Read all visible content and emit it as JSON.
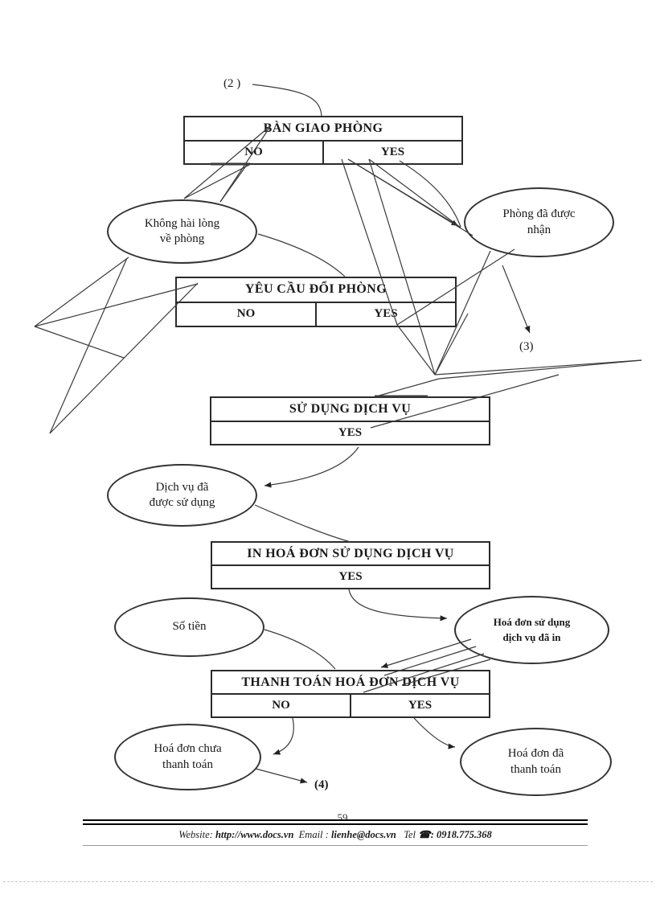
{
  "page": {
    "number": "59"
  },
  "annotations": {
    "ref2": "(2 )",
    "ref3": "(3)",
    "ref4": "(4)"
  },
  "boxes": [
    {
      "title": "BÀN GIAO PHÒNG",
      "no": "NO",
      "yes": "YES"
    },
    {
      "title": "YÊU CẦU ĐỔI PHÒNG",
      "no": "NO",
      "yes": "YES"
    },
    {
      "title": "SỬ DỤNG DỊCH VỤ",
      "yes": "YES"
    },
    {
      "title": "IN HOÁ ĐƠN SỬ DỤNG DỊCH VỤ",
      "yes": "YES"
    },
    {
      "title": "THANH TOÁN HOÁ ĐƠN DỊCH VỤ",
      "no": "NO",
      "yes": "YES"
    }
  ],
  "ellipses": [
    {
      "line1": "Không hài lòng",
      "line2": "về phòng"
    },
    {
      "line1": "Phòng đã được",
      "line2": "nhận"
    },
    {
      "line1": "Dịch vụ đã",
      "line2": "được sử dụng"
    },
    {
      "line1": "Số tiền",
      "line2": ""
    },
    {
      "line1": "Hoá đơn sử dụng",
      "line2": "dịch vụ đã in"
    },
    {
      "line1": "Hoá đơn chưa",
      "line2": "thanh toán"
    },
    {
      "line1": "Hoá đơn đã",
      "line2": "thanh toán"
    }
  ],
  "footer": {
    "website_label": "Website:",
    "website_url": "http://www.docs.vn",
    "email_label": "Email :",
    "email": "lienhe@docs.vn",
    "tel_label": "Tel",
    "phone_icon": "☎",
    "phone": ": 0918.775.368"
  }
}
